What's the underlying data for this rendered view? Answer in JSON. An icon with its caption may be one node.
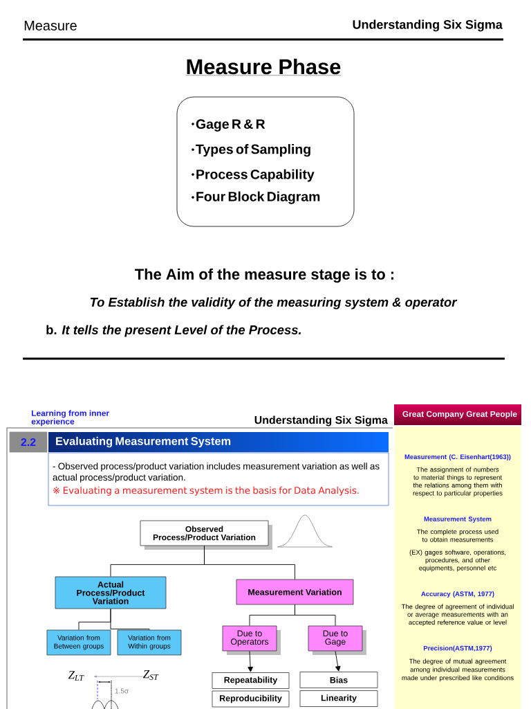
{
  "diagram": {
    "title": "Measure Phase",
    "nodes": [
      {
        "text": [
          "Gage R & R",
          "Types of Sampling",
          "Process Capability",
          "Four Block Diagram"
        ]
      },
      {
        "text": [
          "2.2"
        ]
      },
      {
        "text": [
          "Evaluating Measurement System"
        ]
      },
      {
        "text": [
          "- Observed process/product variation includes measurement variation as well as actual process/product variation.",
          "※ Evaluating a measurement system is the basis for Data Analysis."
        ]
      },
      {
        "text": [
          "Observed Process/Product Variation"
        ]
      },
      {
        "text": [
          "Actual Process/Product Variation"
        ]
      },
      {
        "text": [
          "Measurement Variation"
        ]
      },
      {
        "text": [
          "Variation from Between groups"
        ]
      },
      {
        "text": [
          "Variation from Within groups"
        ]
      },
      {
        "text": [
          "Due to Operators"
        ]
      },
      {
        "text": [
          "Due to Gage"
        ]
      },
      {
        "text": [
          "Repeatability"
        ]
      },
      {
        "text": [
          "Reproducibility"
        ]
      },
      {
        "text": [
          "Bias"
        ]
      },
      {
        "text": [
          "Linearity"
        ]
      },
      {
        "text": [
          "Great Company Great People"
        ]
      },
      {
        "text": [
          "Measurement (C. Eisenhart(1963))",
          "The assignment of numbers to material things to represent the relations among them with respect to particular properties",
          "Measurement System",
          "The complete process used to obtain measurements",
          "(EX) gages software, operations, procedures, and other equipments, personnel etc",
          "Accuracy (ASTM, 1977)",
          "The degree of agreement of individual or average measurements with an accepted reference value or level",
          "Precision(ASTM,1977)",
          "The degree of mutual agreement among individual measurements made under prescribed like conditions"
        ]
      }
    ],
    "edges": [
      {
        "from": 4,
        "to": 5,
        "arrow": "none"
      },
      {
        "from": 4,
        "to": 6,
        "arrow": "none"
      },
      {
        "from": 5,
        "to": 7,
        "arrow": "none"
      },
      {
        "from": 5,
        "to": 8,
        "arrow": "none"
      },
      {
        "from": 6,
        "to": 9,
        "arrow": "none"
      },
      {
        "from": 6,
        "to": 10,
        "arrow": "none"
      },
      {
        "from": 9,
        "to": 11,
        "arrow": "to"
      },
      {
        "from": 10,
        "to": 13,
        "arrow": "to"
      }
    ],
    "labels": [
      "Measure",
      "Understanding Six Sigma",
      "The Aim of the measure stage is to :",
      "To Establish the validity of the measuring system & operator",
      "b. *It tells the present Level of the Process.*",
      "Learning from inner experience",
      "Understanding Six Sigma",
      "Z$_{LT}$",
      "Z$_{ST}$",
      "1.5σ"
    ]
  }
}
